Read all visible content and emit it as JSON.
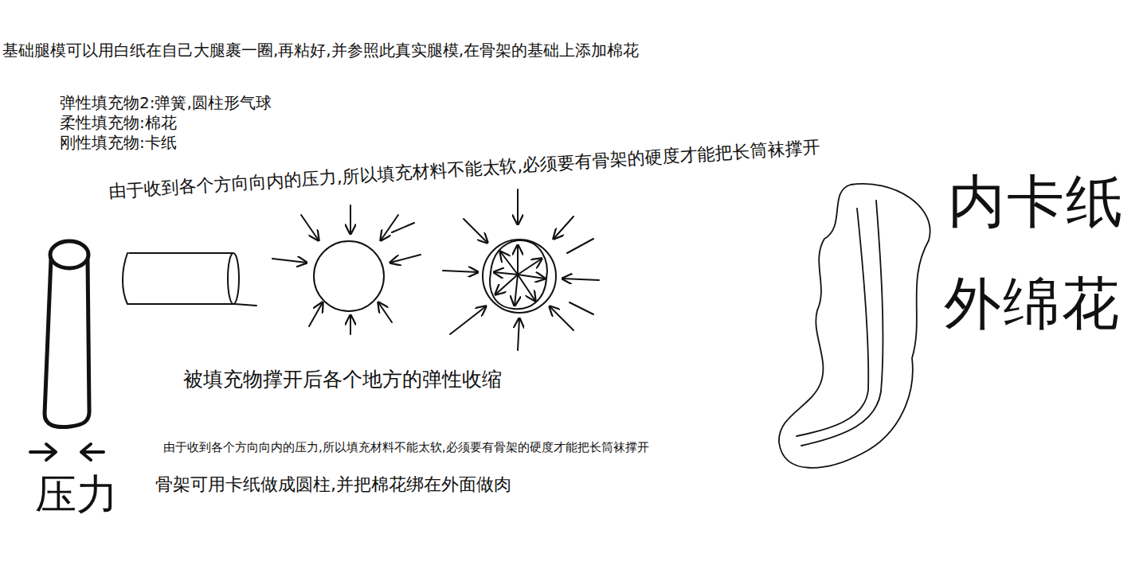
{
  "diagram": {
    "labels": [
      "基础腿模可以用白纸在自己大腿裹一圈,再粘好,并参照此真实腿模,在骨架的基础上添加棉花",
      "弹性填充物2:弹簧,圆柱形气球",
      "柔性填充物:棉花",
      "刚性填充物:卡纸",
      "由于收到各个方向向内的压力,所以填充材料不能太软,必须要有骨架的硬度才能把长筒袜撑开",
      "内卡纸",
      "外绵花",
      "被填充物撑开后各个地方的弹性收缩",
      "由于收到各个方向向内的压力,所以填充材料不能太软,必须要有骨架的硬度才能把长筒袜撑开",
      "压力",
      "骨架可用卡纸做成圆柱,并把棉花绑在外面做肉"
    ]
  }
}
